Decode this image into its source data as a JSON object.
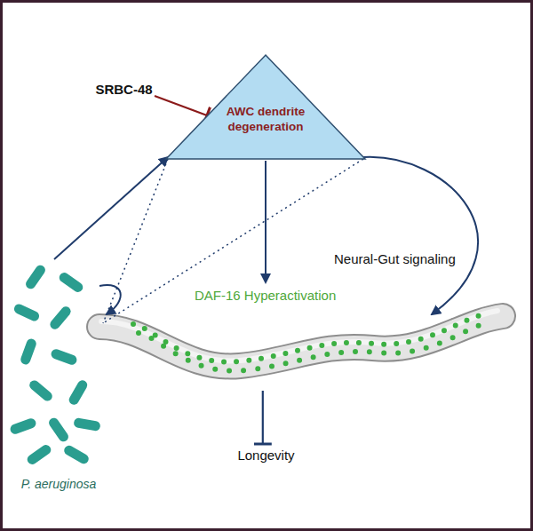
{
  "diagram": {
    "nodes": [
      {
        "text": [
          "SRBC-48"
        ]
      },
      {
        "text": [
          "AWC dendrite degeneration"
        ]
      },
      {
        "text": [
          "P. aeruginosa"
        ]
      },
      {
        "text": [
          "DAF-16 Hyperactivation"
        ]
      },
      {
        "text": [
          "Longevity"
        ]
      }
    ],
    "edges": [
      {
        "from": 0,
        "to": 1,
        "arrow": "to"
      },
      {
        "from": 2,
        "to": 1,
        "arrow": "to"
      },
      {
        "from": 1,
        "to": 3,
        "arrow": "to"
      },
      {
        "from": 1,
        "to": 3,
        "arrow": "to",
        "label": "Neural-Gut signaling"
      },
      {
        "from": 2,
        "to": 3,
        "arrow": "to"
      },
      {
        "from": 1,
        "to": 3,
        "arrow": "none"
      },
      {
        "from": 1,
        "to": 3,
        "arrow": "none"
      },
      {
        "from": 3,
        "to": 4,
        "arrow": "to"
      }
    ]
  }
}
